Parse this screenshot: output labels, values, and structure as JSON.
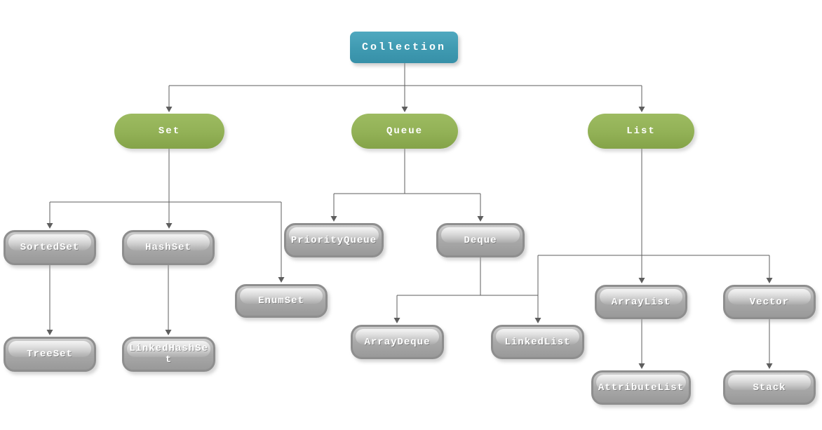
{
  "nodes": {
    "collection": {
      "label": "Collection",
      "type": "root"
    },
    "set": {
      "label": "Set",
      "type": "interface"
    },
    "queue": {
      "label": "Queue",
      "type": "interface"
    },
    "list": {
      "label": "List",
      "type": "interface"
    },
    "sortedset": {
      "label": "SortedSet",
      "type": "class"
    },
    "hashset": {
      "label": "HashSet",
      "type": "class"
    },
    "priorityqueue": {
      "label": "PriorityQueue",
      "type": "class"
    },
    "deque": {
      "label": "Deque",
      "type": "class"
    },
    "enumset": {
      "label": "EnumSet",
      "type": "class"
    },
    "treeset": {
      "label": "TreeSet",
      "type": "class"
    },
    "linkedhashset": {
      "label": "LinkedHashSet",
      "type": "class"
    },
    "arraydeque": {
      "label": "ArrayDeque",
      "type": "class"
    },
    "linkedlist": {
      "label": "LinkedList",
      "type": "class"
    },
    "arraylist": {
      "label": "ArrayList",
      "type": "class"
    },
    "vector": {
      "label": "Vector",
      "type": "class"
    },
    "attributelist": {
      "label": "AttributeList",
      "type": "class"
    },
    "stack": {
      "label": "Stack",
      "type": "class"
    }
  },
  "edges": [
    {
      "from": "Collection",
      "to": "Set"
    },
    {
      "from": "Collection",
      "to": "Queue"
    },
    {
      "from": "Collection",
      "to": "List"
    },
    {
      "from": "Set",
      "to": "SortedSet"
    },
    {
      "from": "Set",
      "to": "HashSet"
    },
    {
      "from": "Set",
      "to": "EnumSet"
    },
    {
      "from": "SortedSet",
      "to": "TreeSet"
    },
    {
      "from": "HashSet",
      "to": "LinkedHashSet"
    },
    {
      "from": "Queue",
      "to": "PriorityQueue"
    },
    {
      "from": "Queue",
      "to": "Deque"
    },
    {
      "from": "Deque",
      "to": "ArrayDeque"
    },
    {
      "from": "Deque",
      "to": "LinkedList"
    },
    {
      "from": "List",
      "to": "LinkedList"
    },
    {
      "from": "List",
      "to": "ArrayList"
    },
    {
      "from": "List",
      "to": "Vector"
    },
    {
      "from": "ArrayList",
      "to": "AttributeList"
    },
    {
      "from": "Vector",
      "to": "Stack"
    }
  ],
  "colors": {
    "root_fill": "#3f9ab1",
    "interface_fill": "#92b156",
    "class_fill": "#a9a9a9",
    "class_border": "#8e8e8e",
    "connector": "#5e5e5e",
    "label_text": "#ffffff",
    "background": "#ffffff"
  }
}
